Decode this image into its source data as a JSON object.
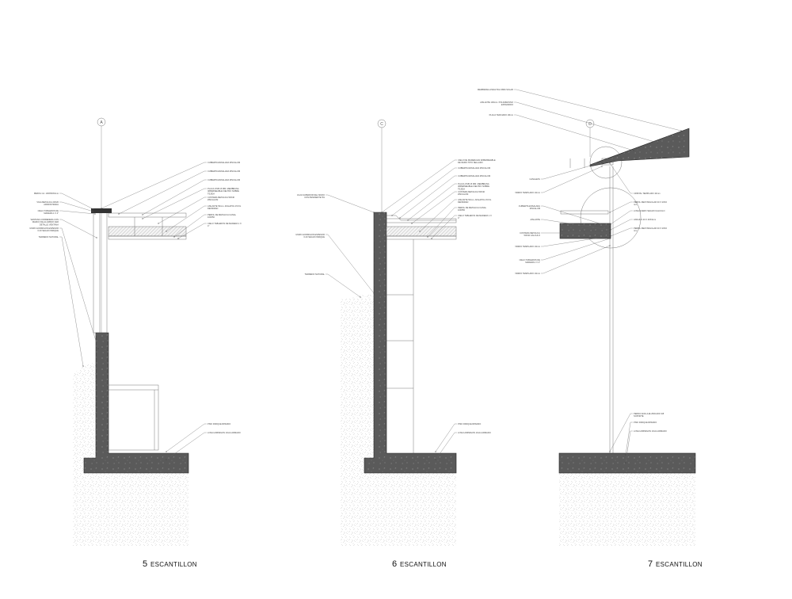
{
  "colors": {
    "concrete": "#5a5a5a",
    "soil": "#e6e6e6",
    "ink": "#222222",
    "paper": "#ffffff"
  },
  "sections": [
    {
      "title_number": "5",
      "title_text": "ESCANTILLON",
      "axis_label": "A",
      "labels_right": [
        "CUBIERTA ENSALADA ZINCALUM",
        "CUBIERTA ENSALADA ZINCALUM",
        "CUBIERTA ENSALADA ZINCALUM",
        "PLACA OSB 15 MM. MEMBRANA IMPERMEABLE FIELTRO SOBRE TEJIDA",
        "COSTERA METALICA 50X40 ZINCALUM",
        "AISLANTE 50mm. AISLAPOL 15 KG DENSIDAD",
        "PERFIL DE METALICA CANAL 100X50",
        "CIELO TABLEROS DE MADERA 1 X 4\"",
        "PISO PARQUE RPANDO",
        "LOSA HORMIGON 10x14 ARMADO"
      ],
      "labels_left": [
        "PERFIL CA. 100X50X3mm",
        "VIGA METALICA 20X20 ARRIOSTRADA",
        "CIELO TABLEROS DE MADERA 1 X 4\"",
        "VENTANA CORREDERA CON MARCO DE ALUMINIO VER DETALLE VENTANA",
        "MURO HORMIGON ESPESOR 0.20 SEGUN INDIQUE",
        "TERRENO NATURAL"
      ]
    },
    {
      "title_number": "6",
      "title_text": "ESCANTILLON",
      "axis_label": "C",
      "labels_right": [
        "CIELO DE MADERA EN IMPERMEABLE DE MURO TIPO SELLADO",
        "CUBIERTA ENSALADA ZINCALUM",
        "CUBIERTA ENSALADA ZINCALUM",
        "PLACA OSB 15 MM. MEMBRANA IMPERMEABLE FIELTRO SOBRE TEJIDA",
        "COSTERA METALICA 50X40 ZINCALUM",
        "AISLANTE 50mm. AISLAPOL 15 KG DENSIDAD",
        "PERFIL DE METALICA CANAL 100X50",
        "CIELO TABLEROS DE MADERA 1 X 4\"",
        "PISO PARQUE RPANDO",
        "LOSA HORMIGON 10x14 ARMADO"
      ],
      "labels_left": [
        "CAJA SUPERIOR DEL MURO CON PENDIENTE 5%",
        "MURO HORMIGON ESPESOR 0.20 SEGUN INDIQUE",
        "TERRENO NATURAL"
      ]
    },
    {
      "title_number": "7",
      "title_text": "ESCANTILLON",
      "axis_label": "D",
      "labels_top": [
        "MEMBRANA ASFALTICA 3MM SOLAR",
        "AISLANTE 100mm. POLIURETANO EXPANDIDO",
        "PLACA TERCIADO 18mm"
      ],
      "labels_right": [
        "CRISTAL TEMPLADO 10mm",
        "PERFIL RECTANGULAR 40 X 20X2 mm",
        "LOSA ACERO SEGUN CALCULO",
        "ANGULO 40 X 40X3mm",
        "PERFIL RECTANGULAR 40 X 20X2 mm",
        "PERNO ANCLAJE ZINCADO 3/8 SOPORTE",
        "PISO PARQUE RPANDO",
        "LOSA HORMIGON 10x14 ARMADO"
      ],
      "labels_left": [
        "CANALETA",
        "VIDRIO TEMPLADO 10mm",
        "CUBIERTA ENSALADA ZINCALUM",
        "AISLANTE",
        "COSTERA METALICA 50X40 CALCULO",
        "VIDRIO TEMPLADO 10mm",
        "CIELO TABLEROS DE MADERA 1 X 4\"",
        "VIDRIO TEMPLADO 10mm"
      ]
    }
  ]
}
